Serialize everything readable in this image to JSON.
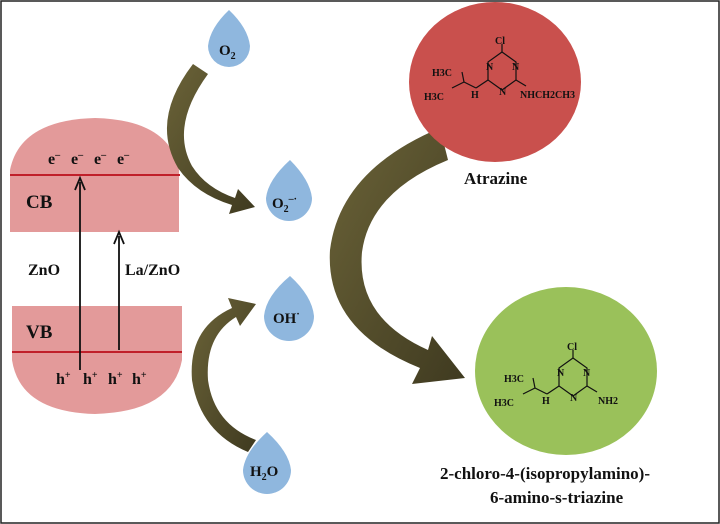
{
  "band": {
    "cb": "CB",
    "vb": "VB",
    "electron": "e",
    "electron_sup": "–",
    "hole": "h",
    "hole_sup": "+",
    "zno": "ZnO",
    "la_zno": "La/ZnO"
  },
  "drops": {
    "o2": {
      "main": "O",
      "sub": "2"
    },
    "superoxide": {
      "main": "O",
      "sub": "2",
      "sup": "–·"
    },
    "hydroxyl": {
      "main": "OH",
      "sup": "·"
    },
    "water": {
      "main": "H",
      "sub": "2",
      "rest": "O"
    }
  },
  "atrazine": {
    "caption": "Atrazine",
    "cl": "Cl",
    "n": "N",
    "h3c_1": "H3C",
    "h3c_2": "H3C",
    "nh": "H",
    "nhch2ch3": "NHCH2CH3"
  },
  "product": {
    "caption_line1": "2-chloro-4-(isopropylamino)-",
    "caption_line2": "6-amino-s-triazine",
    "cl": "Cl",
    "n": "N",
    "h3c_1": "H3C",
    "h3c_2": "H3C",
    "nh": "H",
    "nh2": "NH2"
  },
  "colors": {
    "band": "#e39a9a",
    "band_line": "#c0202a",
    "drop": "#8fb7de",
    "arrow": "#4a4426",
    "atrazine_circle": "#c9504d",
    "product_circle": "#9ac15a"
  }
}
